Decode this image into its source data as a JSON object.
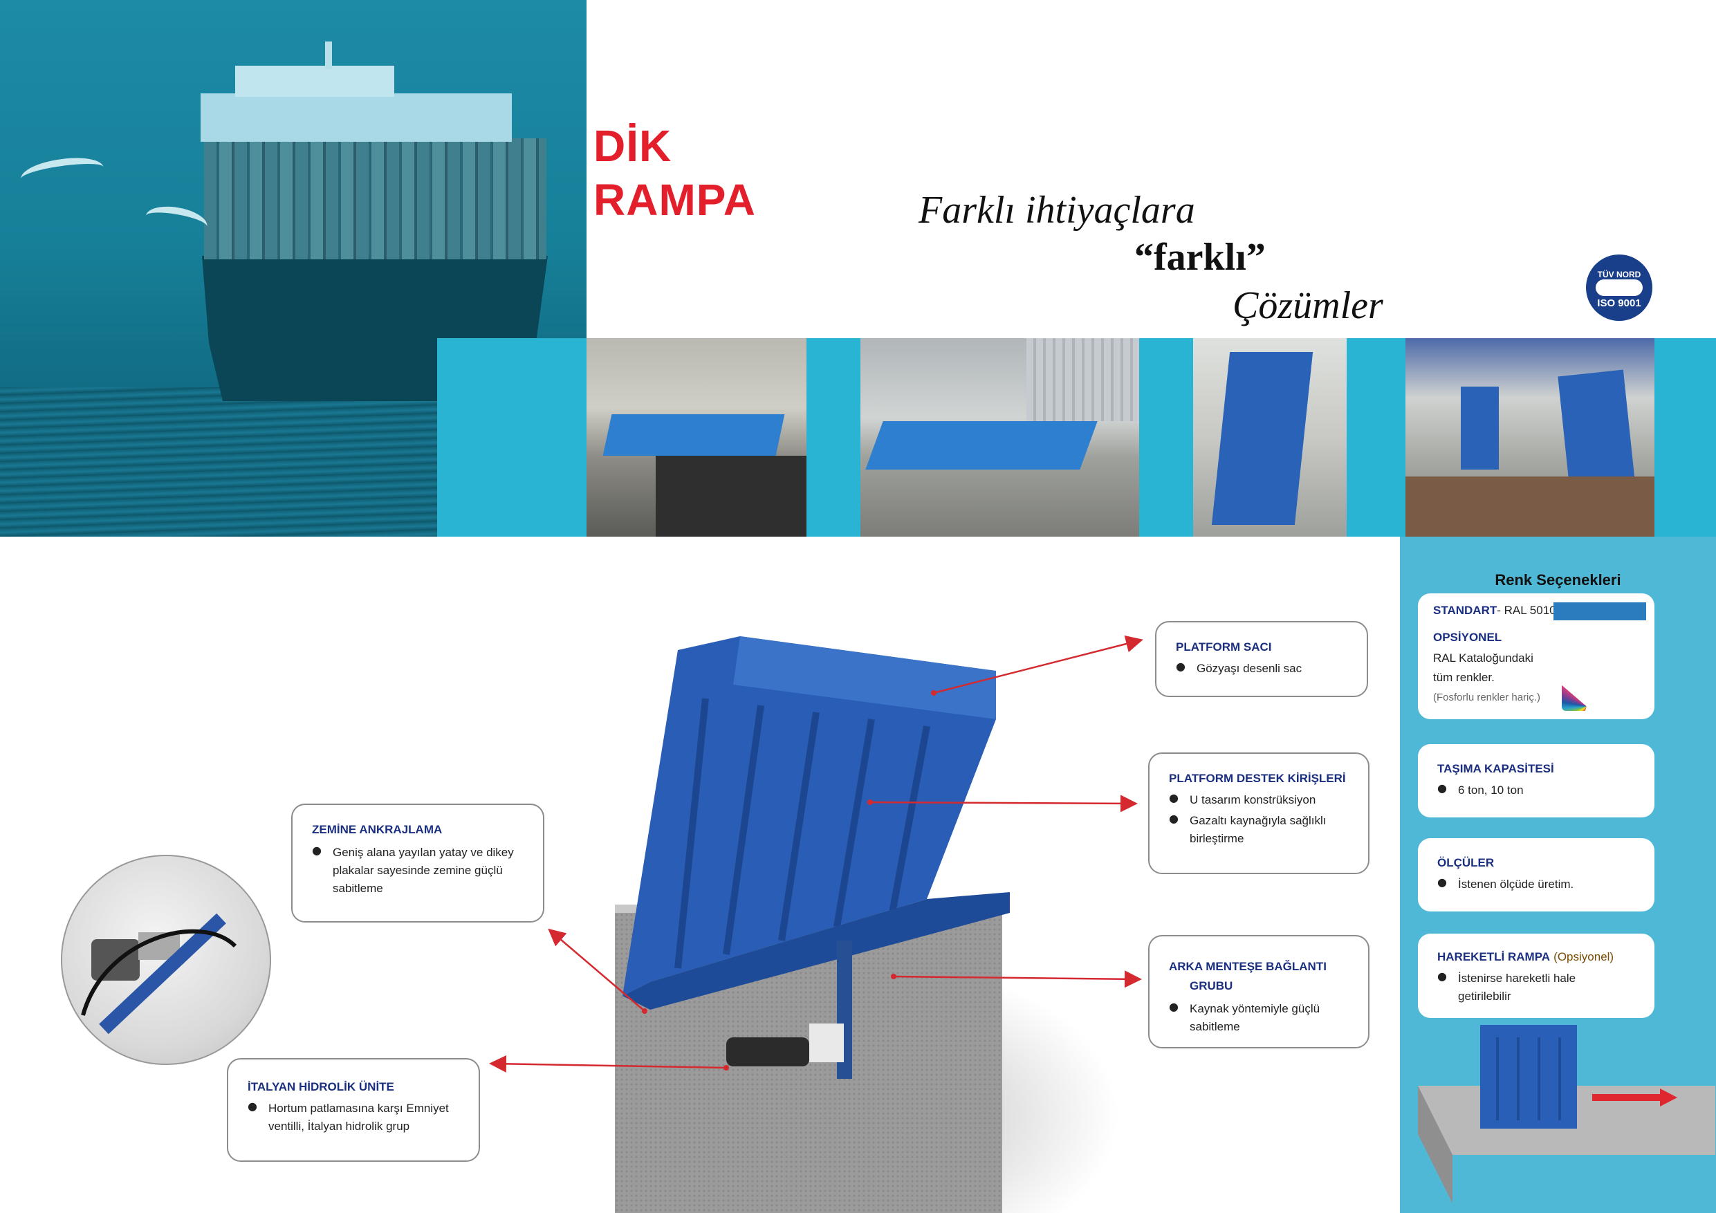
{
  "title": {
    "line1": "DİK",
    "line2": "RAMPA"
  },
  "slogan": {
    "line1": "Farklı ihtiyaçlara",
    "line2": "“farklı”",
    "line3": "Çözümler"
  },
  "iso_badge": {
    "top": "TÜV NORD",
    "bottom": "ISO 9001"
  },
  "sidebar": {
    "heading": "Renk Seçenekleri",
    "colors": {
      "standard_label": "STANDART",
      "standard_value": "- RAL 5010",
      "optional_label": "OPSİYONEL",
      "optional_line1": "RAL Kataloğundaki",
      "optional_line2": "tüm renkler.",
      "optional_note": "(Fosforlu renkler hariç.)",
      "swatch_color": "#2b7bbf"
    },
    "capacity": {
      "heading": "TAŞIMA KAPASİTESİ",
      "item": "6 ton,  10 ton"
    },
    "dimensions": {
      "heading": "ÖLÇÜLER",
      "item": "İstenen ölçüde üretim."
    },
    "mobile": {
      "heading": "HAREKETLİ RAMPA",
      "heading_suffix": "(Opsiyonel)",
      "item_line1": "İstenirse hareketli hale",
      "item_line2": "getirilebilir"
    }
  },
  "callouts": {
    "platform_saci": {
      "heading": "PLATFORM SACI",
      "items": [
        "Gözyaşı desenli sac"
      ]
    },
    "destek": {
      "heading": "PLATFORM DESTEK KİRİŞLERİ",
      "items": [
        "U tasarım konstrüksiyon",
        "Gazaltı kaynağıyla sağlıklı",
        "birleştirme"
      ]
    },
    "mentese": {
      "heading_line1": "ARKA MENTEŞE BAĞLANTI",
      "heading_line2": "GRUBU",
      "items": [
        "Kaynak yöntemiyle güçlü",
        "sabitleme"
      ]
    },
    "zemine": {
      "heading": "ZEMİNE ANKRAJLAMA",
      "items": [
        "Geniş alana yayılan yatay ve dikey",
        "plakalar sayesinde zemine güçlü",
        "sabitleme"
      ]
    },
    "hidrolik": {
      "heading": "İTALYAN HİDROLİK ÜNİTE",
      "items": [
        "Hortum patlamasına karşı Emniyet",
        "ventilli, İtalyan hidrolik grup"
      ]
    }
  },
  "colors": {
    "brand_red": "#e21f2b",
    "accent_blue": "#2ab4d4",
    "heading_navy": "#1b2f80",
    "arrow_red": "#d42a2f"
  }
}
